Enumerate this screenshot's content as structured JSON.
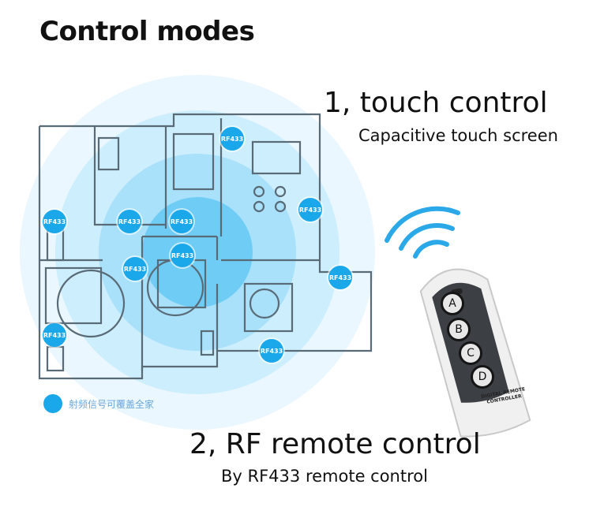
{
  "title": "Control modes",
  "mode1": {
    "heading": "1, touch control",
    "subtitle": "Capacitive touch screen"
  },
  "mode2": {
    "heading": "2, RF remote control",
    "subtitle": "By RF433 remote control"
  },
  "floorplan": {
    "badge_label": "RF433",
    "legend_text": "射频信号可覆盖全家",
    "signal_color": "#1aa8ea"
  },
  "remote": {
    "buttons": [
      "A",
      "B",
      "C",
      "D"
    ],
    "label_line1": "DIGITAL REMOTE",
    "label_line2": "CONTROLLER"
  }
}
